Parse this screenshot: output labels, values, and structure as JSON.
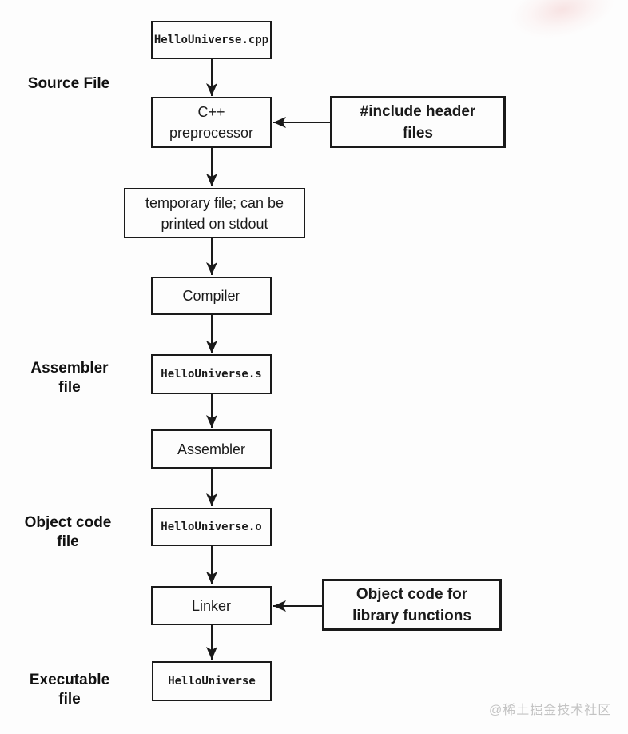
{
  "colors": {
    "background": "#fdfdfd",
    "line": "#1a1a1a",
    "watermark_gray": "#c4c4c4"
  },
  "labels": {
    "source": "Source File",
    "assembler": "Assembler\nfile",
    "object": "Object code\nfile",
    "executable": "Executable\nfile"
  },
  "nodes": {
    "source_file": "HelloUniverse.cpp",
    "preprocessor": "C++\npreprocessor",
    "include_headers": "#include header\nfiles",
    "temp_file": "temporary file; can be\nprinted on stdout",
    "compiler": "Compiler",
    "assembly_file": "HelloUniverse.s",
    "assembler": "Assembler",
    "object_file": "HelloUniverse.o",
    "linker": "Linker",
    "library_objects": "Object code for\nlibrary functions",
    "executable": "HelloUniverse"
  },
  "edges": [
    {
      "from": "source_file",
      "to": "preprocessor"
    },
    {
      "from": "include_headers",
      "to": "preprocessor"
    },
    {
      "from": "preprocessor",
      "to": "temp_file"
    },
    {
      "from": "temp_file",
      "to": "compiler"
    },
    {
      "from": "compiler",
      "to": "assembly_file"
    },
    {
      "from": "assembly_file",
      "to": "assembler"
    },
    {
      "from": "assembler",
      "to": "object_file"
    },
    {
      "from": "object_file",
      "to": "linker"
    },
    {
      "from": "library_objects",
      "to": "linker"
    },
    {
      "from": "linker",
      "to": "executable"
    }
  ],
  "watermark": "@稀土掘金技术社区"
}
